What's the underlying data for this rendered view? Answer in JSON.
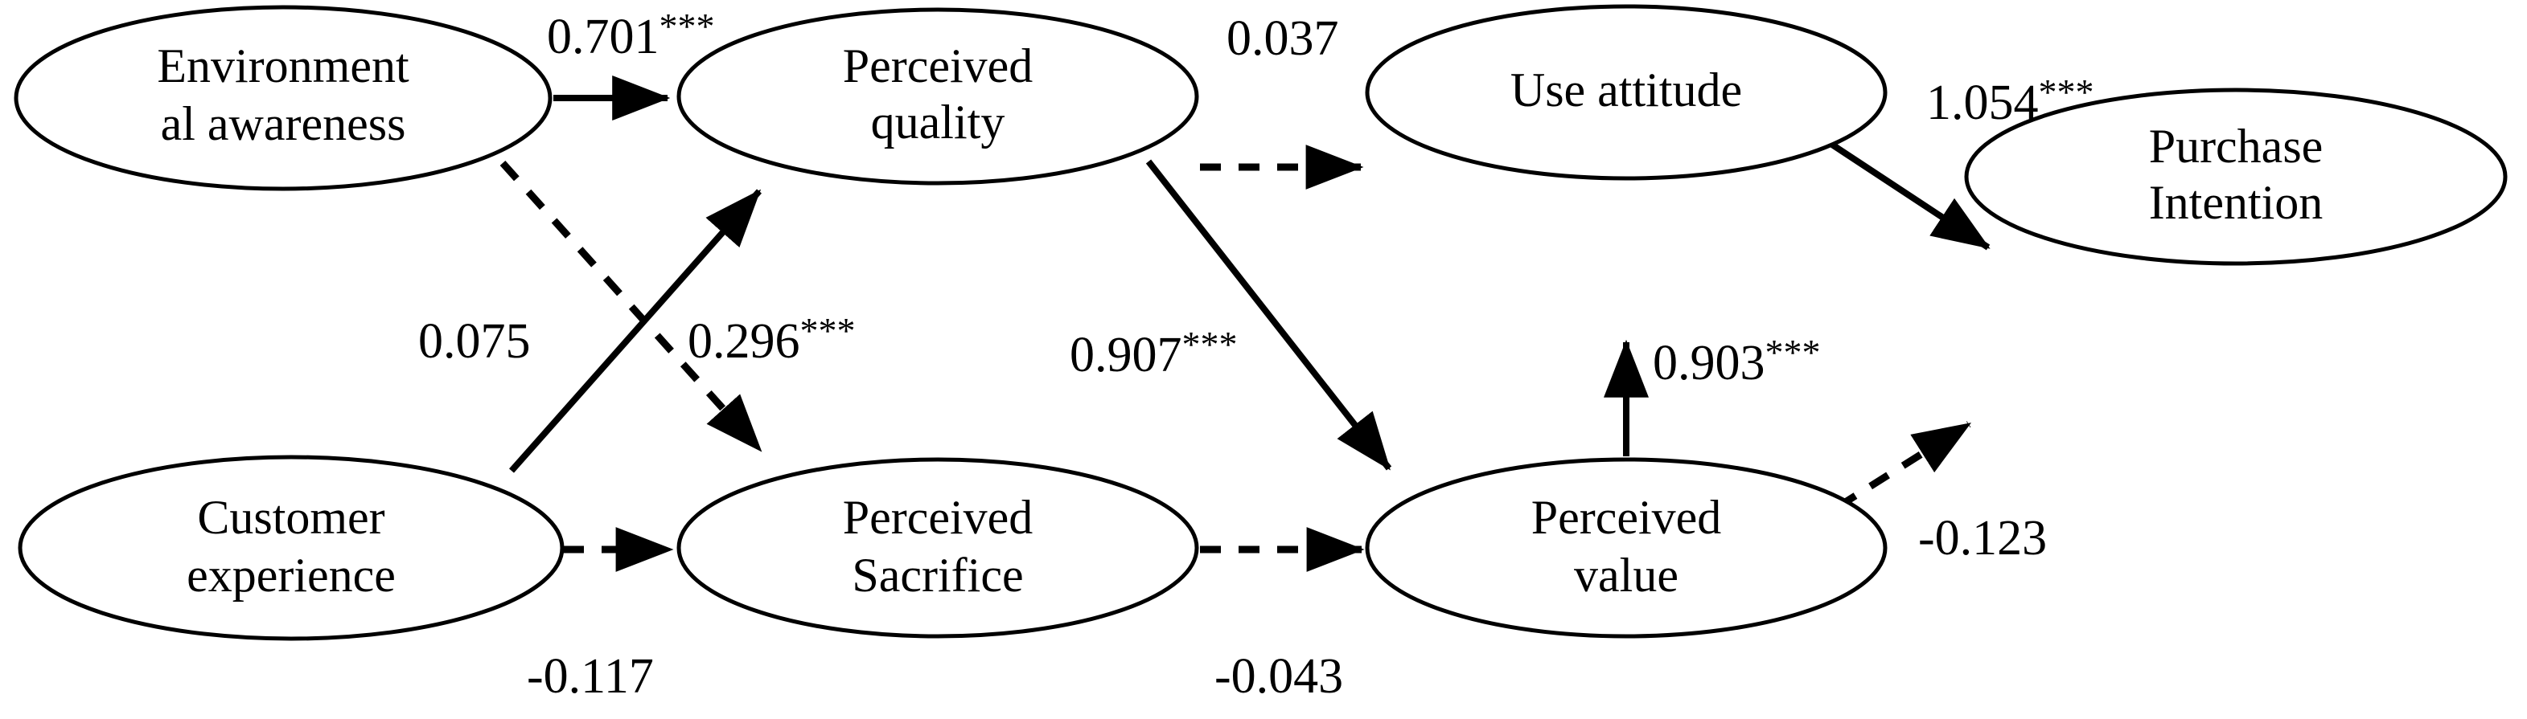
{
  "diagram": {
    "type": "sem-path-diagram",
    "title": "Structural equation model path diagram",
    "background_color": "#ffffff",
    "line_color": "#000000"
  },
  "nodes": [
    {
      "id": "environmental-awareness",
      "line1": "Environment",
      "line2": "al awareness"
    },
    {
      "id": "perceived-quality",
      "line1": "Perceived",
      "line2": "quality"
    },
    {
      "id": "use-attitude",
      "line1": "Use attitude",
      "line2": ""
    },
    {
      "id": "purchase-intention",
      "line1": "Purchase",
      "line2": "Intention"
    },
    {
      "id": "customer-experience",
      "line1": "Customer",
      "line2": "experience"
    },
    {
      "id": "perceived-sacrifice",
      "line1": "Perceived",
      "line2": "Sacrifice"
    },
    {
      "id": "perceived-value",
      "line1": "Perceived",
      "line2": "value"
    }
  ],
  "paths": [
    {
      "id": "ea-to-pq",
      "from": "environmental-awareness",
      "to": "perceived-quality",
      "coefficient": "0.701",
      "significance": "***",
      "style": "solid"
    },
    {
      "id": "ea-to-ps",
      "from": "environmental-awareness",
      "to": "perceived-sacrifice",
      "coefficient": "0.075",
      "significance": "",
      "style": "dashed"
    },
    {
      "id": "ce-to-pq",
      "from": "customer-experience",
      "to": "perceived-quality",
      "coefficient": "0.296",
      "significance": "***",
      "style": "solid"
    },
    {
      "id": "ce-to-ps",
      "from": "customer-experience",
      "to": "perceived-sacrifice",
      "coefficient": "-0.117",
      "significance": "",
      "style": "dashed"
    },
    {
      "id": "pq-to-ua",
      "from": "perceived-quality",
      "to": "use-attitude",
      "coefficient": "0.037",
      "significance": "",
      "style": "dashed"
    },
    {
      "id": "pq-to-pv",
      "from": "perceived-quality",
      "to": "perceived-value",
      "coefficient": "0.907",
      "significance": "***",
      "style": "solid"
    },
    {
      "id": "ps-to-pv",
      "from": "perceived-sacrifice",
      "to": "perceived-value",
      "coefficient": "-0.043",
      "significance": "",
      "style": "dashed"
    },
    {
      "id": "pv-to-ua",
      "from": "perceived-value",
      "to": "use-attitude",
      "coefficient": "0.903",
      "significance": "***",
      "style": "solid"
    },
    {
      "id": "ua-to-pi",
      "from": "use-attitude",
      "to": "purchase-intention",
      "coefficient": "1.054",
      "significance": "***",
      "style": "solid"
    },
    {
      "id": "pv-to-pi",
      "from": "perceived-value",
      "to": "purchase-intention",
      "coefficient": "-0.123",
      "significance": "",
      "style": "dashed"
    }
  ],
  "chart_data": {
    "type": "diagram",
    "title": "",
    "nodes": [
      "Environmental awareness",
      "Customer experience",
      "Perceived quality",
      "Perceived Sacrifice",
      "Use attitude",
      "Perceived value",
      "Purchase Intention"
    ],
    "edges": [
      {
        "source": "Environmental awareness",
        "target": "Perceived quality",
        "value": 0.701,
        "label": "0.701***",
        "significant": true,
        "line": "solid"
      },
      {
        "source": "Environmental awareness",
        "target": "Perceived Sacrifice",
        "value": 0.075,
        "label": "0.075",
        "significant": false,
        "line": "dashed"
      },
      {
        "source": "Customer experience",
        "target": "Perceived quality",
        "value": 0.296,
        "label": "0.296***",
        "significant": true,
        "line": "solid"
      },
      {
        "source": "Customer experience",
        "target": "Perceived Sacrifice",
        "value": -0.117,
        "label": "-0.117",
        "significant": false,
        "line": "dashed"
      },
      {
        "source": "Perceived quality",
        "target": "Use attitude",
        "value": 0.037,
        "label": "0.037",
        "significant": false,
        "line": "dashed"
      },
      {
        "source": "Perceived quality",
        "target": "Perceived value",
        "value": 0.907,
        "label": "0.907***",
        "significant": true,
        "line": "solid"
      },
      {
        "source": "Perceived Sacrifice",
        "target": "Perceived value",
        "value": -0.043,
        "label": "-0.043",
        "significant": false,
        "line": "dashed"
      },
      {
        "source": "Perceived value",
        "target": "Use attitude",
        "value": 0.903,
        "label": "0.903***",
        "significant": true,
        "line": "solid"
      },
      {
        "source": "Use attitude",
        "target": "Purchase Intention",
        "value": 1.054,
        "label": "1.054***",
        "significant": true,
        "line": "solid"
      },
      {
        "source": "Perceived value",
        "target": "Purchase Intention",
        "value": -0.123,
        "label": "-0.123",
        "significant": false,
        "line": "dashed"
      }
    ]
  }
}
